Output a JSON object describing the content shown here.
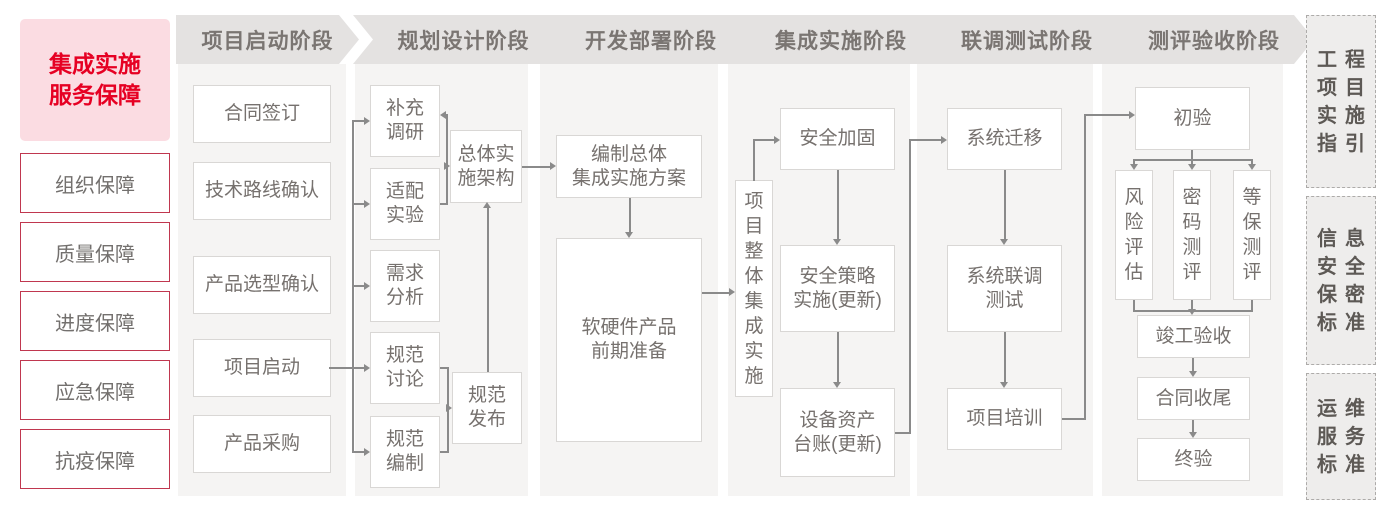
{
  "sidebar": {
    "title": "集成实施\n服务保障",
    "items": [
      "组织保障",
      "质量保障",
      "进度保障",
      "应急保障",
      "抗疫保障"
    ]
  },
  "phases": [
    "项目启动阶段",
    "规划设计阶段",
    "开发部署阶段",
    "集成实施阶段",
    "联调测试阶段",
    "测评验收阶段"
  ],
  "nodes": {
    "contract_sign": "合同签订",
    "tech_route": "技术路线确认",
    "product_select": "产品选型确认",
    "project_kickoff": "项目启动",
    "procurement": "产品采购",
    "supplement_research": "补充\n调研",
    "adaptation_test": "适配\n实验",
    "requirement_analysis": "需求\n分析",
    "spec_discussion": "规范\n讨论",
    "spec_drafting": "规范\n编制",
    "overall_architecture": "总体实\n施架构",
    "spec_release": "规范\n发布",
    "overall_plan": "编制总体\n集成实施方案",
    "product_preparation": "软硬件产品\n前期准备",
    "overall_integration": "项\n目\n整\n体\n集\n成\n实\n施",
    "security_hardening": "安全加固",
    "security_policy": "安全策略\n实施(更新)",
    "asset_ledger": "设备资产\n台账(更新)",
    "system_migration": "系统迁移",
    "joint_testing": "系统联调\n测试",
    "project_training": "项目培训",
    "initial_acceptance": "初验",
    "risk_assessment": "风\n险\n评\n估",
    "crypto_evaluation": "密\n码\n测\n评",
    "mlps_evaluation": "等\n保\n测\n评",
    "completion_acceptance": "竣工验收",
    "contract_closure": "合同收尾",
    "final_acceptance": "终验"
  },
  "standards": [
    "工程\n项目\n实施\n指引",
    "信息\n安全\n保密\n标准",
    "运维\n服务\n标准"
  ],
  "colors": {
    "accent_red": "#e60023",
    "pink_bg": "#fbdce2",
    "red_border": "#c0374f",
    "band_bg": "#e4e2e1",
    "column_bg": "#f5f4f3",
    "line": "#8a8a8a"
  }
}
